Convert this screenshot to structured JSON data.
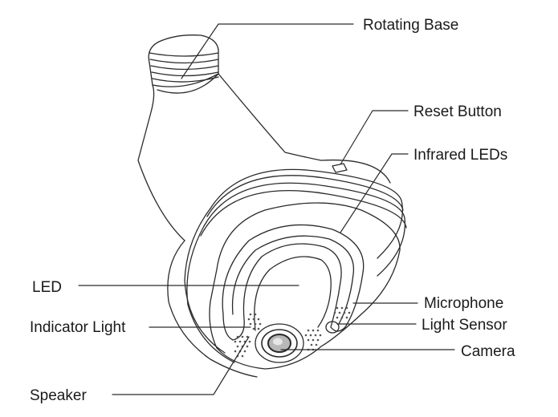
{
  "callouts": {
    "rotating_base": "Rotating Base",
    "reset_button": "Reset Button",
    "infrared_leds": "Infrared LEDs",
    "led": "LED",
    "microphone": "Microphone",
    "indicator_light": "Indicator Light",
    "light_sensor": "Light Sensor",
    "camera": "Camera",
    "speaker": "Speaker"
  },
  "colors": {
    "line": "#2a2a2a",
    "background": "#ffffff"
  }
}
